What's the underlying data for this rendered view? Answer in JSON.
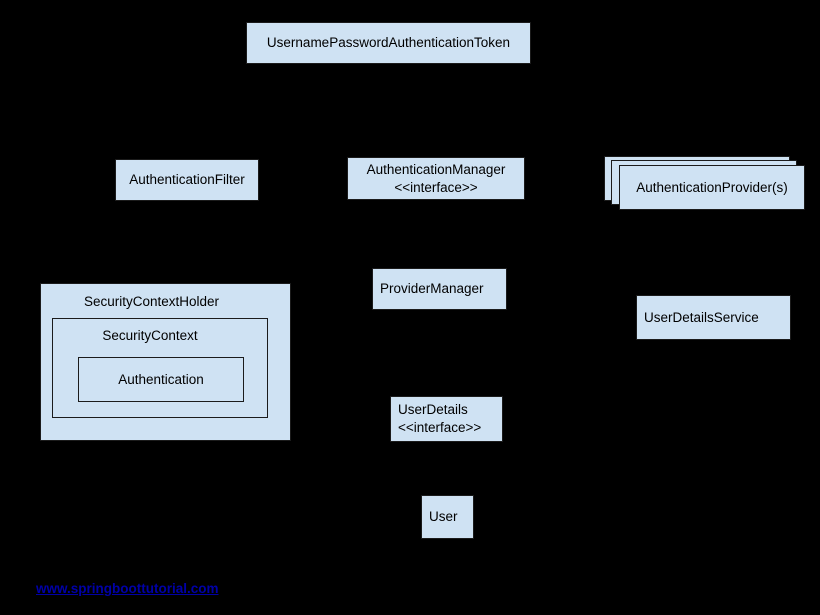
{
  "page": {
    "background": "#000000"
  },
  "diagram": {
    "colors": {
      "node_fill": "#cfe2f3",
      "node_border": "#1b1b1b",
      "node_text": "#000000",
      "footer_link": "#0000a8"
    },
    "nodes": {
      "token": {
        "label": "UsernamePasswordAuthenticationToken"
      },
      "authentication_filter": {
        "label": "AuthenticationFilter"
      },
      "authentication_manager": {
        "label": "AuthenticationManager",
        "stereotype": "<<interface>>"
      },
      "authentication_providers": {
        "label": "AuthenticationProvider(s)"
      },
      "provider_manager": {
        "label": "ProviderManager"
      },
      "user_details_service": {
        "label": "UserDetailsService"
      },
      "security_context_holder": {
        "label": "SecurityContextHolder"
      },
      "security_context": {
        "label": "SecurityContext"
      },
      "authentication": {
        "label": "Authentication"
      },
      "user_details": {
        "label": "UserDetails",
        "stereotype": "<<interface>>"
      },
      "user": {
        "label": "User"
      }
    },
    "footer": {
      "link_text": "www.springboottutorial.com"
    }
  }
}
